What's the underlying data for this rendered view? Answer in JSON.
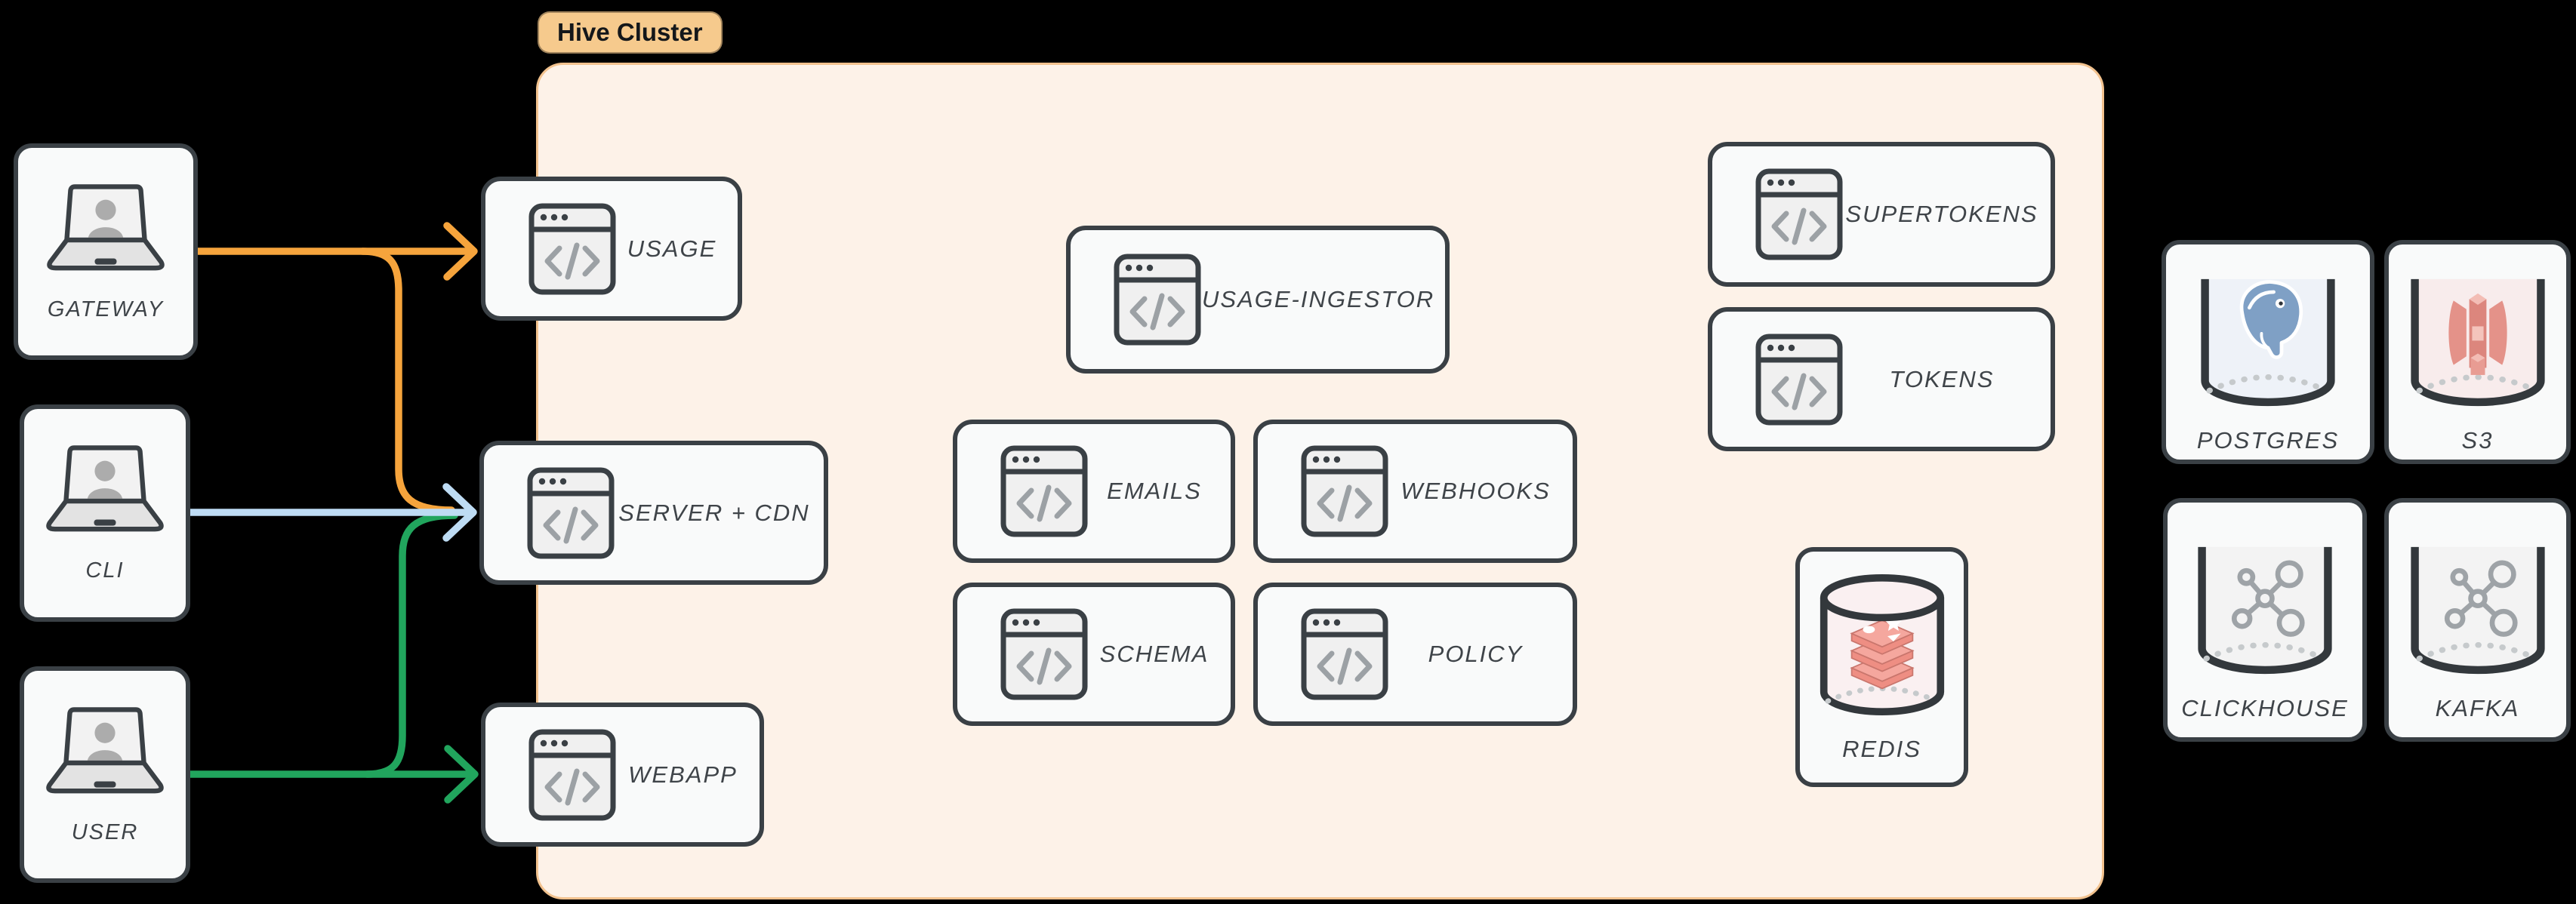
{
  "cluster": {
    "label": "Hive Cluster"
  },
  "clients": {
    "gateway": {
      "label": "GATEWAY"
    },
    "cli": {
      "label": "CLI"
    },
    "user": {
      "label": "USER"
    }
  },
  "services": {
    "usage": {
      "label": "USAGE"
    },
    "server_cdn": {
      "label": "SERVER + CDN"
    },
    "webapp": {
      "label": "WEBAPP"
    },
    "usage_ingestor": {
      "label": "USAGE-INGESTOR"
    },
    "emails": {
      "label": "EMAILS"
    },
    "webhooks": {
      "label": "WEBHOOKS"
    },
    "schema": {
      "label": "SCHEMA"
    },
    "policy": {
      "label": "POLICY"
    },
    "supertokens": {
      "label": "SUPERTOKENS"
    },
    "tokens": {
      "label": "TOKENS"
    },
    "redis": {
      "label": "REDIS"
    }
  },
  "datastores": {
    "postgres": {
      "label": "POSTGRES"
    },
    "s3": {
      "label": "S3"
    },
    "clickhouse": {
      "label": "CLICKHOUSE"
    },
    "kafka": {
      "label": "KAFKA"
    }
  },
  "edges": [
    {
      "from": "gateway",
      "to": "usage",
      "color_key": "edge_orange"
    },
    {
      "from": "gateway",
      "to": "server_cdn",
      "color_key": "edge_orange"
    },
    {
      "from": "cli",
      "to": "server_cdn",
      "color_key": "edge_blue"
    },
    {
      "from": "user",
      "to": "server_cdn",
      "color_key": "edge_green"
    },
    {
      "from": "user",
      "to": "webapp",
      "color_key": "edge_green"
    }
  ],
  "colors": {
    "background": "#000000",
    "cluster_fill": "#FDF2E8",
    "cluster_border": "#F2C28E",
    "cluster_pill": "#F6CA8D",
    "node_fill": "#F9FAFA",
    "node_border": "#3A4045",
    "label_text": "#3F4449",
    "edge_orange": "#F6A43C",
    "edge_blue": "#BEDCF4",
    "edge_green": "#21A55D",
    "redis_accent": "#F5A79E",
    "postgres_accent": "#7FA0C5",
    "s3_accent": "#E49289",
    "gray_icon": "#9EA3A7"
  },
  "icons": {
    "clients": "laptop-user-icon",
    "services": "code-window-icon",
    "redis": "redis-cylinder-icon",
    "postgres": "postgres-cylinder-icon",
    "s3": "s3-cylinder-icon",
    "clickhouse": "molecule-cylinder-icon",
    "kafka": "molecule-cylinder-icon"
  }
}
